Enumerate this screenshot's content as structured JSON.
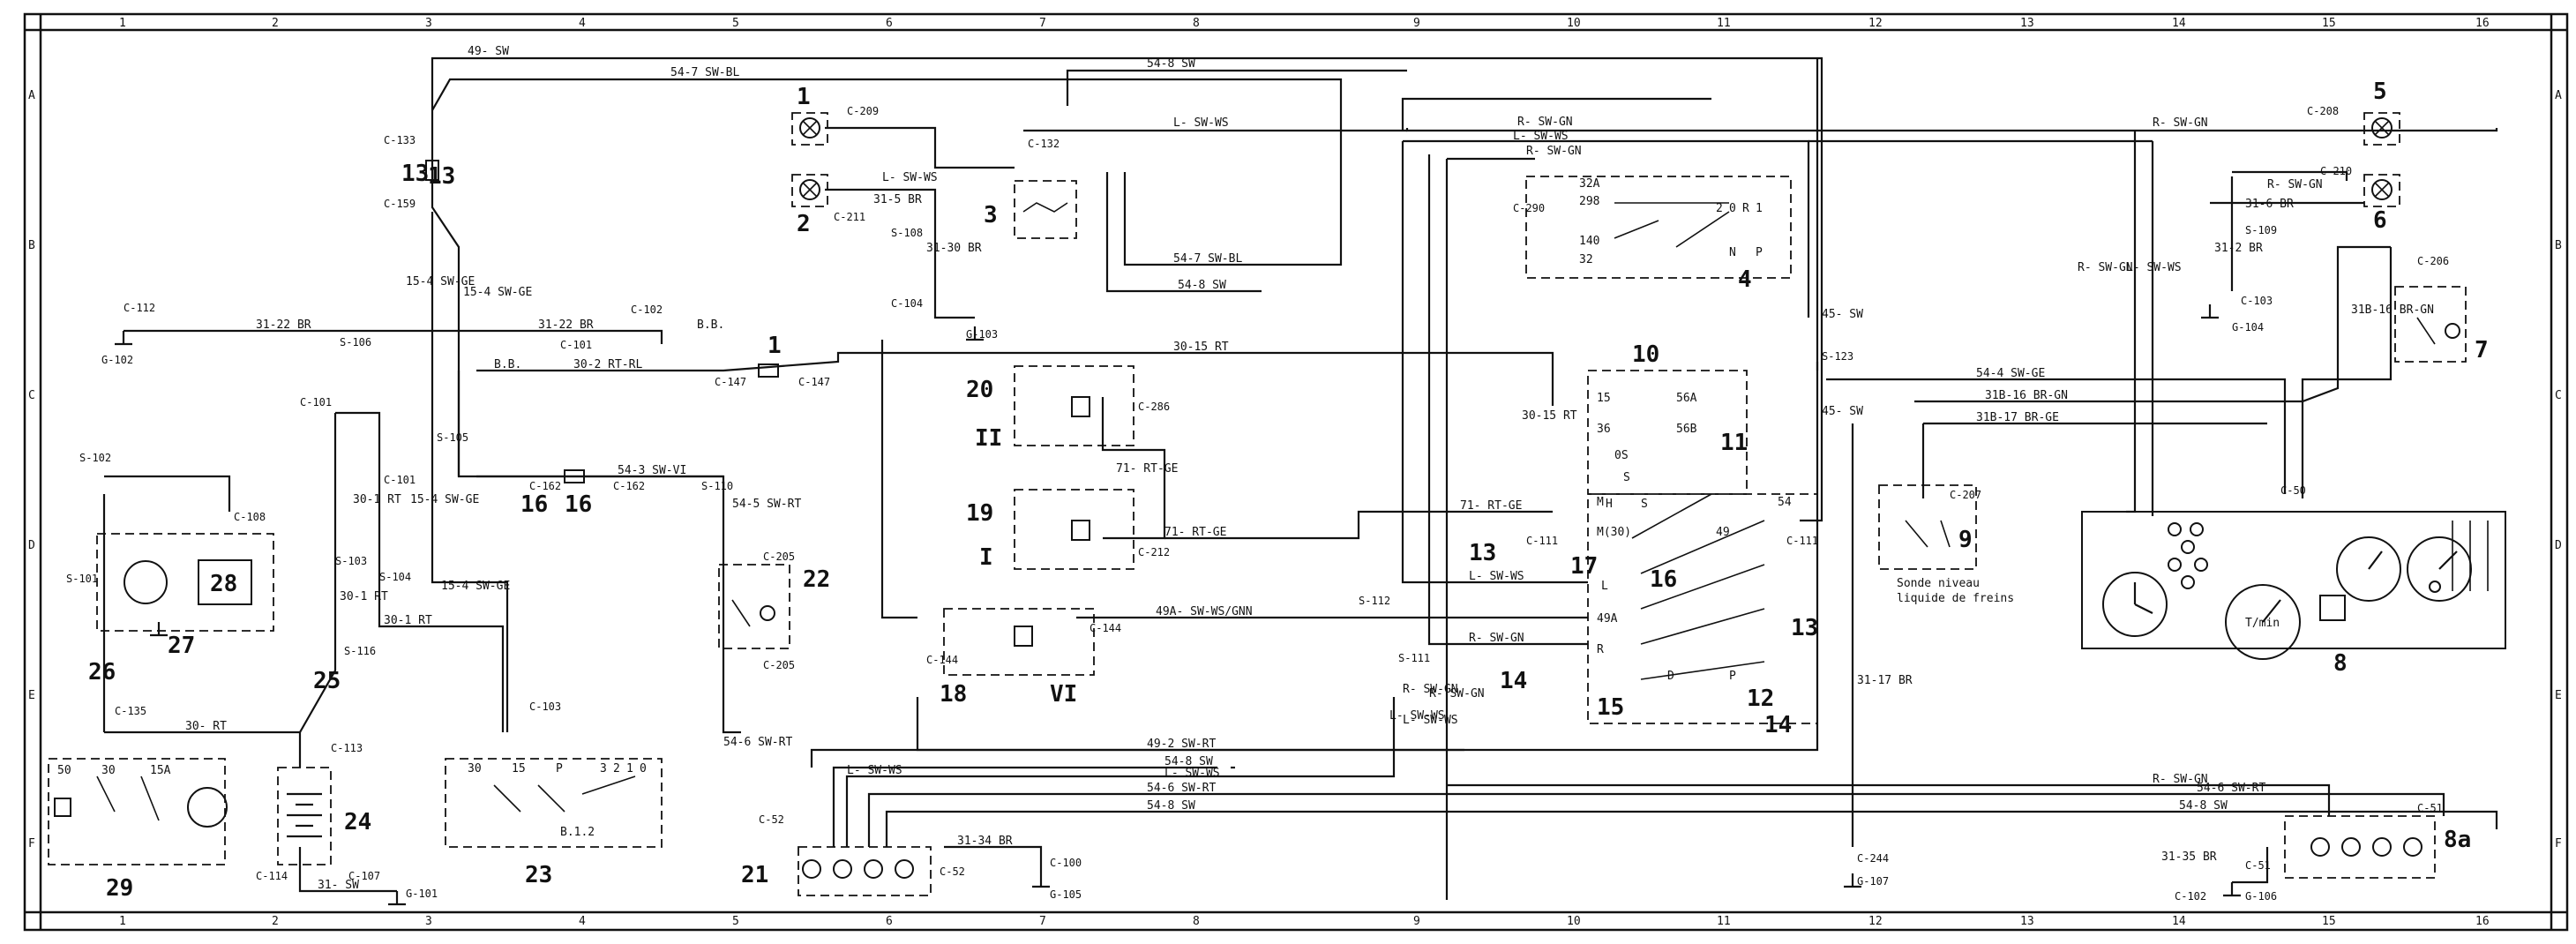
{
  "grid": {
    "columns": [
      "1",
      "2",
      "3",
      "4",
      "5",
      "6",
      "7",
      "8",
      "9",
      "10",
      "11",
      "12",
      "13",
      "14",
      "15",
      "16"
    ],
    "rows": [
      "A",
      "B",
      "C",
      "D",
      "E",
      "F"
    ]
  },
  "components": [
    {
      "id": "c1",
      "number": "1"
    },
    {
      "id": "c2",
      "number": "2"
    },
    {
      "id": "c3",
      "number": "3"
    },
    {
      "id": "c4",
      "number": "4"
    },
    {
      "id": "c5",
      "number": "5"
    },
    {
      "id": "c6",
      "number": "6"
    },
    {
      "id": "c7",
      "number": "7"
    },
    {
      "id": "c8",
      "number": "8"
    },
    {
      "id": "c8a",
      "number": "8a"
    },
    {
      "id": "c9",
      "number": "9"
    },
    {
      "id": "c10",
      "number": "10"
    },
    {
      "id": "c11",
      "number": "11"
    },
    {
      "id": "c12",
      "number": "12"
    },
    {
      "id": "c13a",
      "number": "13"
    },
    {
      "id": "c13b",
      "number": "13"
    },
    {
      "id": "c13c",
      "number": "13"
    },
    {
      "id": "c14a",
      "number": "14"
    },
    {
      "id": "c14b",
      "number": "14"
    },
    {
      "id": "c15",
      "number": "15"
    },
    {
      "id": "c16a",
      "number": "16"
    },
    {
      "id": "c16b",
      "number": "16"
    },
    {
      "id": "c17",
      "number": "17"
    },
    {
      "id": "c18",
      "number": "18"
    },
    {
      "id": "c19",
      "number": "19"
    },
    {
      "id": "c20",
      "number": "20"
    },
    {
      "id": "c21",
      "number": "21"
    },
    {
      "id": "c22",
      "number": "22"
    },
    {
      "id": "c23",
      "number": "23"
    },
    {
      "id": "c24",
      "number": "24"
    },
    {
      "id": "c25",
      "number": "25"
    },
    {
      "id": "c26",
      "number": "26"
    },
    {
      "id": "c27",
      "number": "27"
    },
    {
      "id": "c28",
      "number": "28"
    },
    {
      "id": "c29",
      "number": "29"
    }
  ],
  "roman": {
    "r2": "II",
    "r1": "I",
    "r6": "VI"
  },
  "wire_labels": [
    "49- SW",
    "54-7 SW-BL",
    "54-8 SW",
    "L- SW-WS",
    "L- SW-WS",
    "31-5 BR",
    "31-30 BR",
    "R- SW-GN",
    "L- SW-WS",
    "R- SW-GN",
    "R- SW-GN",
    "R- SW-GN",
    "31-6 BR",
    "31-2 BR",
    "54-7 SW-BL",
    "54-8 SW",
    "31-22 BR",
    "31-22 BR",
    "B.B.",
    "30-2 RT-RL",
    "30-15 RT",
    "B.B.",
    "30-1 RT",
    "15-4 SW-GE",
    "15-4 SW-GE",
    "15-4 SW-GE",
    "15-4 SW-GE",
    "54-3 SW-VI",
    "54-5 SW-RT",
    "71- RT-GE",
    "71- RT-GE",
    "71- RT-GE",
    "49A- SW-WS/GNN",
    "L- SW-WS",
    "R- SW-GN",
    "30-1 RT",
    "30-1 RT",
    "30- RT",
    "31- SW",
    "49-2 SW-RT",
    "54-8 SW",
    "L- SW-WS",
    "54-6 SW-RT",
    "54-8 SW",
    "54-6 SW-RT",
    "54-8 SW",
    "R- SW-GN",
    "31-34 BR",
    "31-35 BR",
    "54-4 SW-GE",
    "31B-16 BR-GN",
    "31B-17 BR-GE",
    "31B-16 BR-GN",
    "45- SW",
    "45- SW",
    "30-15 RT",
    "31-17 BR",
    "R- SW-GN",
    "L- SW-WS",
    "R- SW-GN",
    "L- SW-WS",
    "R- SW-GN",
    "L- SW-WS",
    "L- SW-WS",
    "54-6 SW-RT"
  ],
  "connectors": [
    "C-209",
    "C-132",
    "C-211",
    "S-108",
    "C-104",
    "G-103",
    "C-208",
    "C-210",
    "S-109",
    "C-103",
    "G-104",
    "C-206",
    "C-290",
    "S-123",
    "C-112",
    "G-102",
    "S-106",
    "C-102",
    "C-101",
    "C-147",
    "C-147",
    "C-286",
    "C-212",
    "C-101",
    "C-101",
    "S-105",
    "S-103",
    "S-104",
    "C-162",
    "C-162",
    "S-110",
    "C-205",
    "C-205",
    "C-144",
    "C-144",
    "S-112",
    "S-111",
    "C-111",
    "C-111",
    "C-207",
    "C-50",
    "S-102",
    "C-108",
    "S-101",
    "S-116",
    "C-135",
    "C-113",
    "C-114",
    "C-107",
    "G-101",
    "C-103",
    "C-52",
    "C-52",
    "C-100",
    "G-105",
    "C-244",
    "G-107",
    "C-51",
    "C-51",
    "C-102",
    "G-106",
    "C-133",
    "C-159"
  ],
  "fuse_labels": {
    "f13": "13",
    "f1": "1",
    "f16": "16"
  },
  "caption_9": [
    "Sonde niveau",
    "liquide de freins"
  ],
  "gauge_label": "T/min",
  "switch_labels": [
    "30",
    "15",
    "P",
    "3",
    "2",
    "1",
    "0",
    "50",
    "30",
    "15A",
    "B.1.2",
    "2",
    "0",
    "R",
    "1",
    "N",
    "P",
    "32A",
    "298",
    "140",
    "32",
    "15",
    "56A",
    "36",
    "56B",
    "0S",
    "S",
    "H",
    "S",
    "M(30)",
    "M",
    "L",
    "49A",
    "R",
    "D",
    "P",
    "54",
    "49"
  ]
}
